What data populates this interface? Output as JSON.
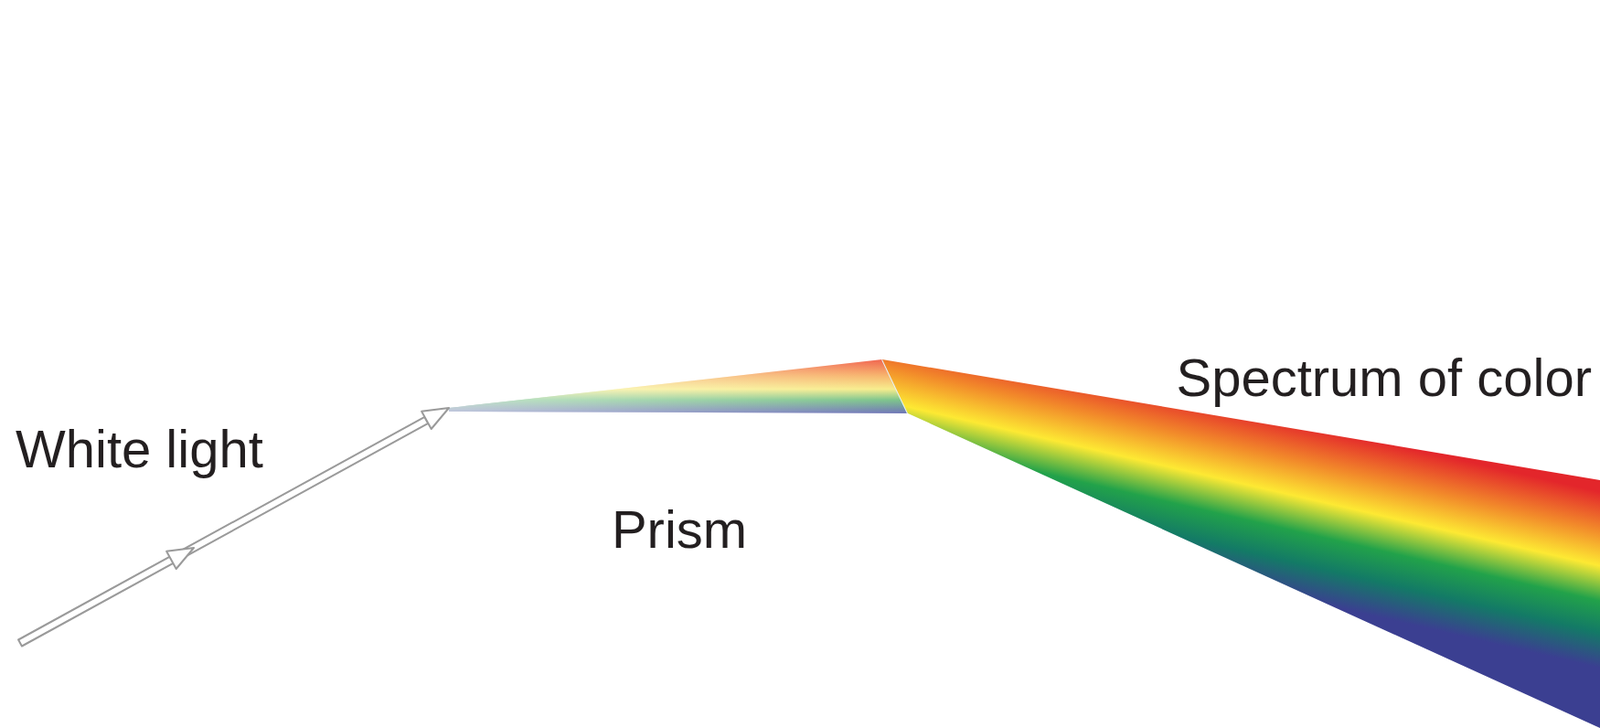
{
  "diagram": {
    "nodes": [
      {
        "text": [
          "Prism"
        ]
      }
    ],
    "labels": [
      "White light",
      "Spectrum of color"
    ]
  }
}
